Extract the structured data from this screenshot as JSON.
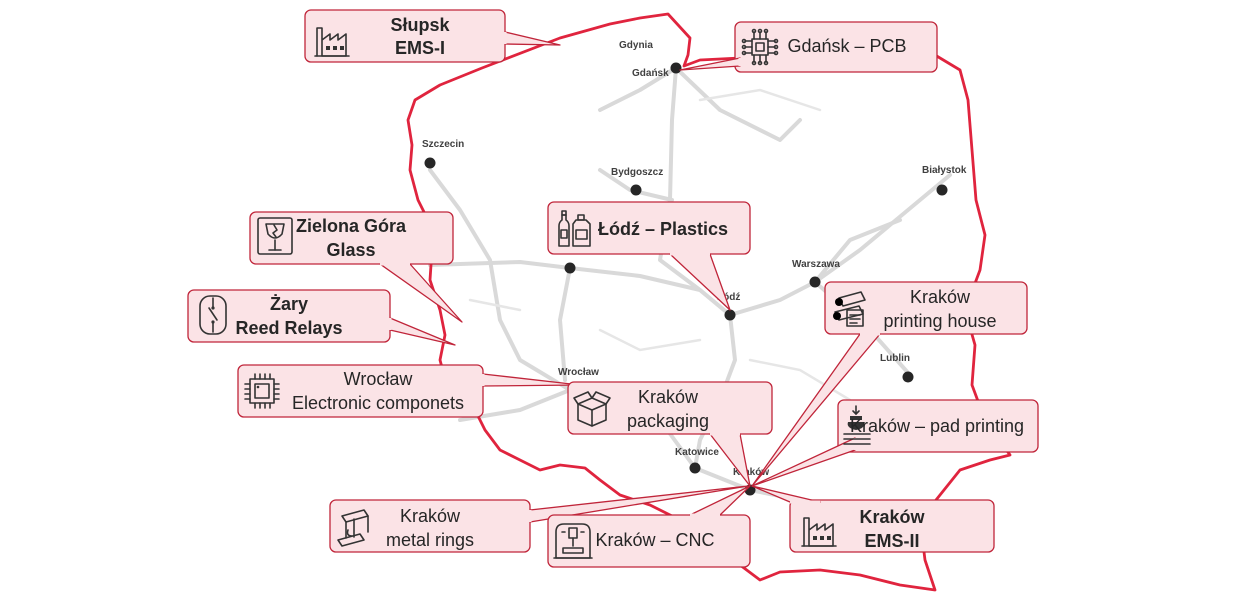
{
  "map": {
    "cities": [
      {
        "id": "gdynia",
        "name": "Gdynia"
      },
      {
        "id": "gdansk",
        "name": "Gdańsk"
      },
      {
        "id": "szczecin",
        "name": "Szczecin"
      },
      {
        "id": "bydgoszcz",
        "name": "Bydgoszcz"
      },
      {
        "id": "bialystok",
        "name": "Białystok"
      },
      {
        "id": "warszawa",
        "name": "Warszawa"
      },
      {
        "id": "lodz",
        "name": "Łódź"
      },
      {
        "id": "lublin",
        "name": "Lublin"
      },
      {
        "id": "wroclaw",
        "name": "Wrocław"
      },
      {
        "id": "katowice",
        "name": "Katowice"
      },
      {
        "id": "krakow",
        "name": "Kraków"
      }
    ],
    "callouts": [
      {
        "id": "slupsk",
        "lines": [
          "Słupsk",
          "EMS-I"
        ],
        "icon": "factory-icon",
        "bold": true
      },
      {
        "id": "gdansk-pcb",
        "lines": [
          "Gdańsk – PCB"
        ],
        "icon": "circuit-chip-icon",
        "bold": false
      },
      {
        "id": "zielona-gora",
        "lines": [
          "Zielona Góra",
          "Glass"
        ],
        "icon": "fragile-glass-icon",
        "bold": true
      },
      {
        "id": "lodz-plastics",
        "lines": [
          "Łódź – Plastics"
        ],
        "icon": "plastic-bottles-icon",
        "bold": true
      },
      {
        "id": "zary",
        "lines": [
          "Żary",
          "Reed Relays"
        ],
        "icon": "reed-relay-icon",
        "bold": true
      },
      {
        "id": "krakow-printing-house",
        "lines": [
          "Kraków",
          "printing house"
        ],
        "icon": "paper-rolls-icon",
        "bold": false
      },
      {
        "id": "wroclaw-components",
        "lines": [
          "Wrocław",
          "Electronic componets"
        ],
        "icon": "microchip-icon",
        "bold": false
      },
      {
        "id": "krakow-packaging",
        "lines": [
          "Kraków",
          "packaging"
        ],
        "icon": "open-box-icon",
        "bold": false
      },
      {
        "id": "krakow-pad-printing",
        "lines": [
          "Kraków – pad printing"
        ],
        "icon": "pad-printing-icon",
        "bold": false
      },
      {
        "id": "krakow-metal-rings",
        "lines": [
          "Kraków",
          "metal rings"
        ],
        "icon": "steel-beam-icon",
        "bold": false
      },
      {
        "id": "krakow-cnc",
        "lines": [
          "Kraków – CNC"
        ],
        "icon": "cnc-machine-icon",
        "bold": false
      },
      {
        "id": "krakow-ems-ii",
        "lines": [
          "Kraków",
          "EMS-II"
        ],
        "icon": "factory-icon",
        "bold": true
      }
    ]
  },
  "colors": {
    "border": "#e0243e",
    "callout_fill": "#fbe3e6",
    "callout_stroke": "#c0253a",
    "road": "#d6d6d6",
    "city_dot": "#262626"
  }
}
